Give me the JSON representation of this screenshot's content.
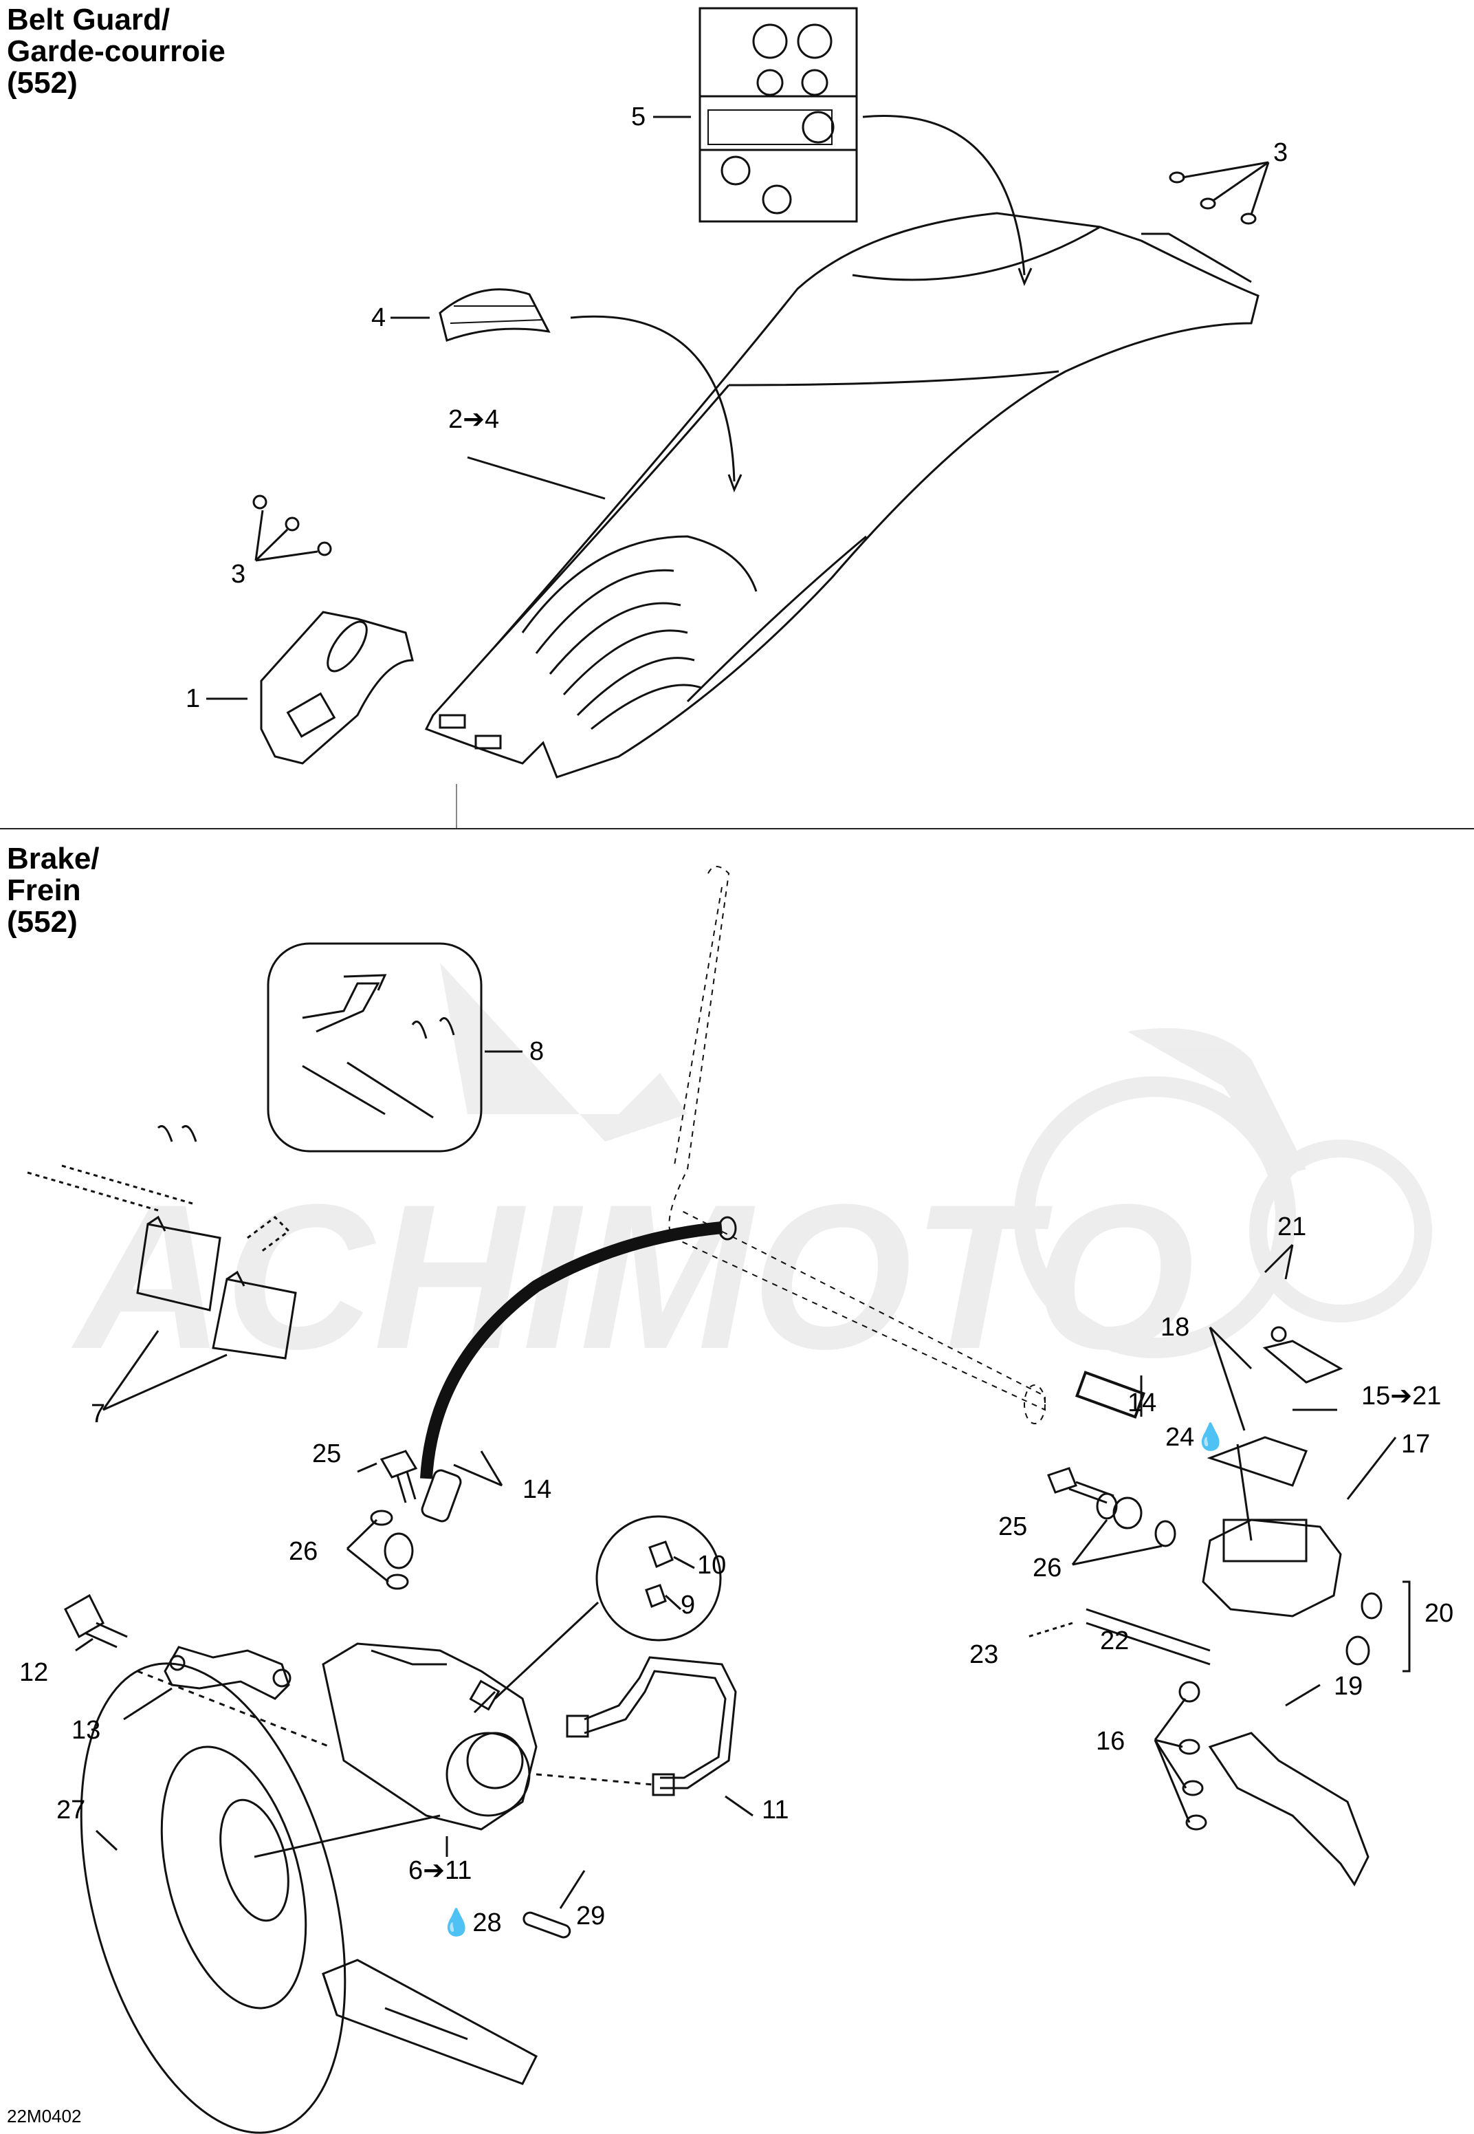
{
  "sections": {
    "belt_guard": {
      "line1": "Belt Guard/",
      "line2": "Garde-courroie",
      "line3": "(552)"
    },
    "brake": {
      "line1": "Brake/",
      "line2": "Frein",
      "line3": "(552)"
    }
  },
  "callouts": {
    "c5": "5",
    "c3a": "3",
    "c4": "4",
    "c2to4": "2➔4",
    "c3b": "3",
    "c1": "1",
    "c8": "8",
    "c7": "7",
    "c21": "21",
    "c18": "18",
    "c14a": "14",
    "c15to21": "15➔21",
    "c24": "24💧",
    "c17": "17",
    "c25a": "25",
    "c14b": "14",
    "c26a": "26",
    "c10": "10",
    "c9": "9",
    "c25b": "25",
    "c26b": "26",
    "c20": "20",
    "c12": "12",
    "c23": "23",
    "c22": "22",
    "c19": "19",
    "c13": "13",
    "c16": "16",
    "c27": "27",
    "c11": "11",
    "c6to11": "6➔11",
    "c28": "💧28",
    "c29": "29"
  },
  "drawing_code": "22M0402"
}
